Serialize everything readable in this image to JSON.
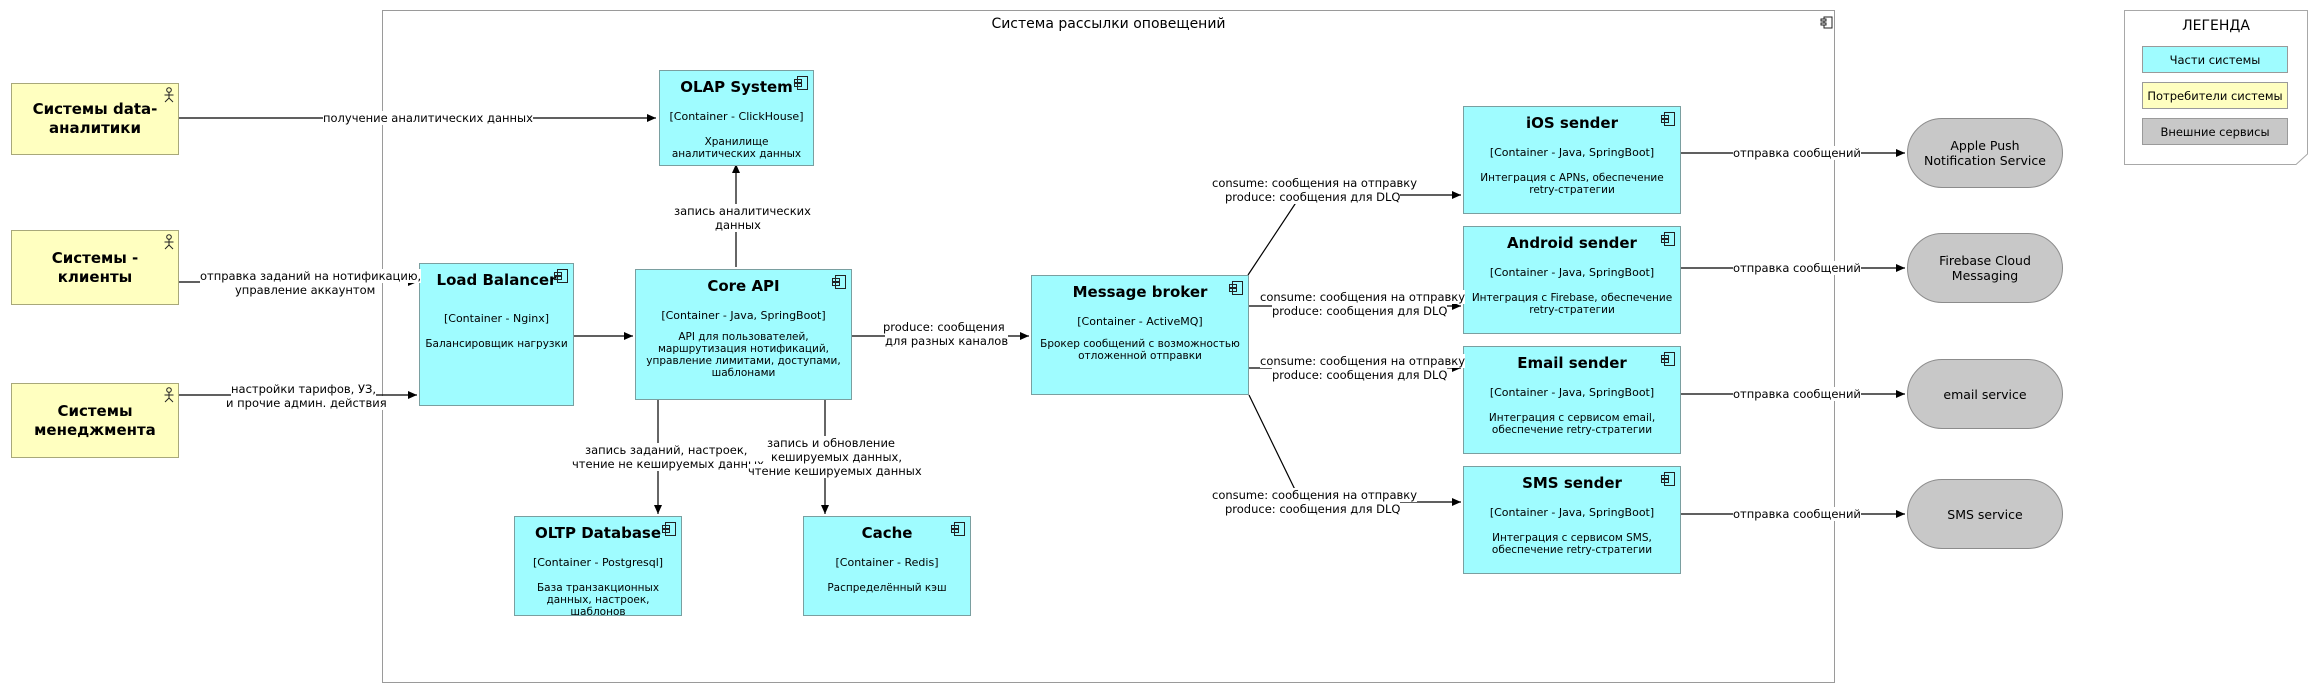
{
  "system": {
    "title": "Система рассылки оповещений"
  },
  "actors": [
    {
      "id": "analytics",
      "title": "Системы data-аналитики"
    },
    {
      "id": "clients",
      "title": "Системы - клиенты"
    },
    {
      "id": "management",
      "title": "Системы менеджмента"
    }
  ],
  "containers": {
    "olap": {
      "title": "OLAP System",
      "tech": "[Container - ClickHouse]",
      "desc": "Хранилище аналитических данных"
    },
    "lb": {
      "title": "Load Balancer",
      "tech": "[Container - Nginx]",
      "desc": "Балансировщик нагрузки"
    },
    "core": {
      "title": "Core API",
      "tech": "[Container - Java, SpringBoot]",
      "desc": "API для пользователей, маршрутизация нотификаций, управление лимитами, доступами, шаблонами"
    },
    "oltp": {
      "title": "OLTP Database",
      "tech": "[Container - Postgresql]",
      "desc": "База транзакционных данных, настроек, шаблонов"
    },
    "cache": {
      "title": "Cache",
      "tech": "[Container - Redis]",
      "desc": "Распределённый кэш"
    },
    "broker": {
      "title": "Message broker",
      "tech": "[Container - ActiveMQ]",
      "desc": "Брокер сообщений с возможностью отложенной отправки"
    },
    "ios": {
      "title": "iOS sender",
      "tech": "[Container - Java, SpringBoot]",
      "desc": "Интеграция с APNs, обеспечение retry-стратегии"
    },
    "android": {
      "title": "Android sender",
      "tech": "[Container - Java, SpringBoot]",
      "desc": "Интеграция с Firebase, обеспечение retry-стратегии"
    },
    "email": {
      "title": "Email sender",
      "tech": "[Container - Java, SpringBoot]",
      "desc": "Интеграция с сервисом email, обеспечение retry-стратегии"
    },
    "sms": {
      "title": "SMS sender",
      "tech": "[Container - Java, SpringBoot]",
      "desc": "Интеграция с сервисом SMS, обеспечение retry-стратегии"
    }
  },
  "external": {
    "apns": "Apple Push Notification Service",
    "fcm": "Firebase Cloud Messaging",
    "email": "email service",
    "sms": "SMS service"
  },
  "edges": {
    "analytics_olap": "получение аналитических данных",
    "clients_lb_1": "отправка заданий на нотификацию,",
    "clients_lb_2": "управление аккаунтом",
    "mgmt_lb_1": "настройки тарифов, УЗ,",
    "mgmt_lb_2": "и прочие админ. действия",
    "core_olap_1": "запись аналитических",
    "core_olap_2": "данных",
    "core_broker_1": "produce: сообщения",
    "core_broker_2": "для разных каналов",
    "core_oltp_1": "запись заданий, настроек,",
    "core_oltp_2": "чтение не кешируемых данных",
    "core_cache_1": "запись и обновление",
    "core_cache_2": "кешируемых данных,",
    "core_cache_3": "чтение кешируемых данных",
    "consume": "consume: сообщения на отправку",
    "produce": "produce: сообщения для DLQ",
    "send": "отправка сообщений"
  },
  "legend": {
    "title": "ЛЕГЕНДА",
    "items": [
      {
        "label": "Части системы",
        "color": "#9ffcff"
      },
      {
        "label": "Потребители системы",
        "color": "#ffffc0"
      },
      {
        "label": "Внешние сервисы",
        "color": "#c8c8c8"
      }
    ]
  },
  "colors": {
    "container": "#9ffcff",
    "actor": "#ffffc0",
    "external": "#c8c8c8"
  }
}
